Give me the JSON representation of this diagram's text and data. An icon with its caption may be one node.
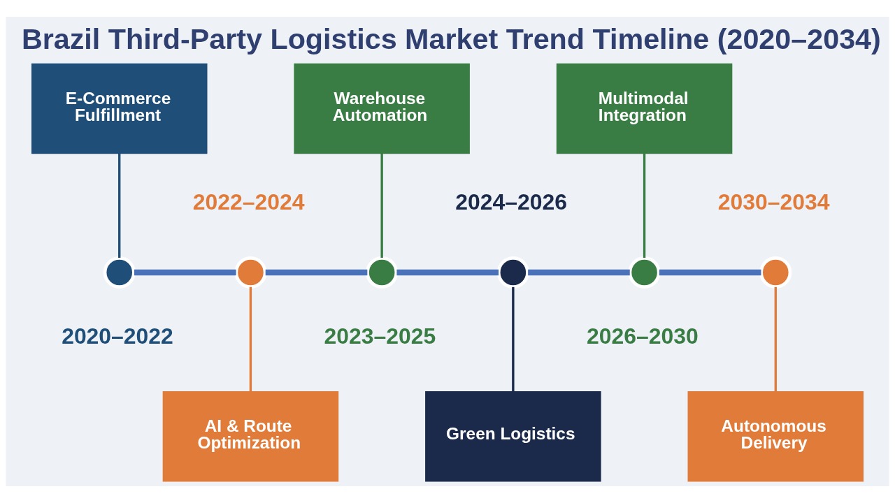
{
  "diagram": {
    "title": "Brazil Third-Party Logistics Market Trend Timeline (2020–2034)",
    "nodes": [
      {
        "text": [
          "E-Commerce Fulfillment"
        ]
      },
      {
        "text": [],
        "shape": "circle",
        "beside": [
          "2020–2022"
        ]
      },
      {
        "text": [],
        "shape": "circle",
        "beside": [
          "2022–2024"
        ]
      },
      {
        "text": [
          "AI & Route Optimization"
        ]
      },
      {
        "text": [
          "Warehouse Automation"
        ]
      },
      {
        "text": [],
        "shape": "circle",
        "beside": [
          "2023–2025"
        ]
      },
      {
        "text": [],
        "shape": "circle",
        "beside": [
          "2024–2026"
        ]
      },
      {
        "text": [
          "Green Logistics"
        ]
      },
      {
        "text": [
          "Multimodal Integration"
        ]
      },
      {
        "text": [],
        "shape": "circle",
        "beside": [
          "2026–2030"
        ]
      },
      {
        "text": [],
        "shape": "circle",
        "beside": [
          "2030–2034"
        ]
      },
      {
        "text": [
          "Autonomous Delivery"
        ]
      }
    ],
    "edges": [
      {
        "from": 0,
        "to": 1,
        "arrow": "none",
        "color": "#1f4e79"
      },
      {
        "from": 1,
        "to": 2,
        "arrow": "none",
        "style": "thick"
      },
      {
        "from": 2,
        "to": 3,
        "arrow": "none",
        "color": "#e07b39"
      },
      {
        "from": 2,
        "to": 5,
        "arrow": "none",
        "style": "thick"
      },
      {
        "from": 4,
        "to": 5,
        "arrow": "none",
        "color": "#3a7d44"
      },
      {
        "from": 5,
        "to": 6,
        "arrow": "none",
        "style": "thick"
      },
      {
        "from": 6,
        "to": 7,
        "arrow": "none",
        "color": "#1b2a4a"
      },
      {
        "from": 6,
        "to": 9,
        "arrow": "none",
        "style": "thick"
      },
      {
        "from": 8,
        "to": 9,
        "arrow": "none",
        "color": "#3a7d44"
      },
      {
        "from": 9,
        "to": 10,
        "arrow": "none",
        "style": "thick"
      },
      {
        "from": 10,
        "to": 11,
        "arrow": "none",
        "color": "#e07b39"
      }
    ]
  }
}
